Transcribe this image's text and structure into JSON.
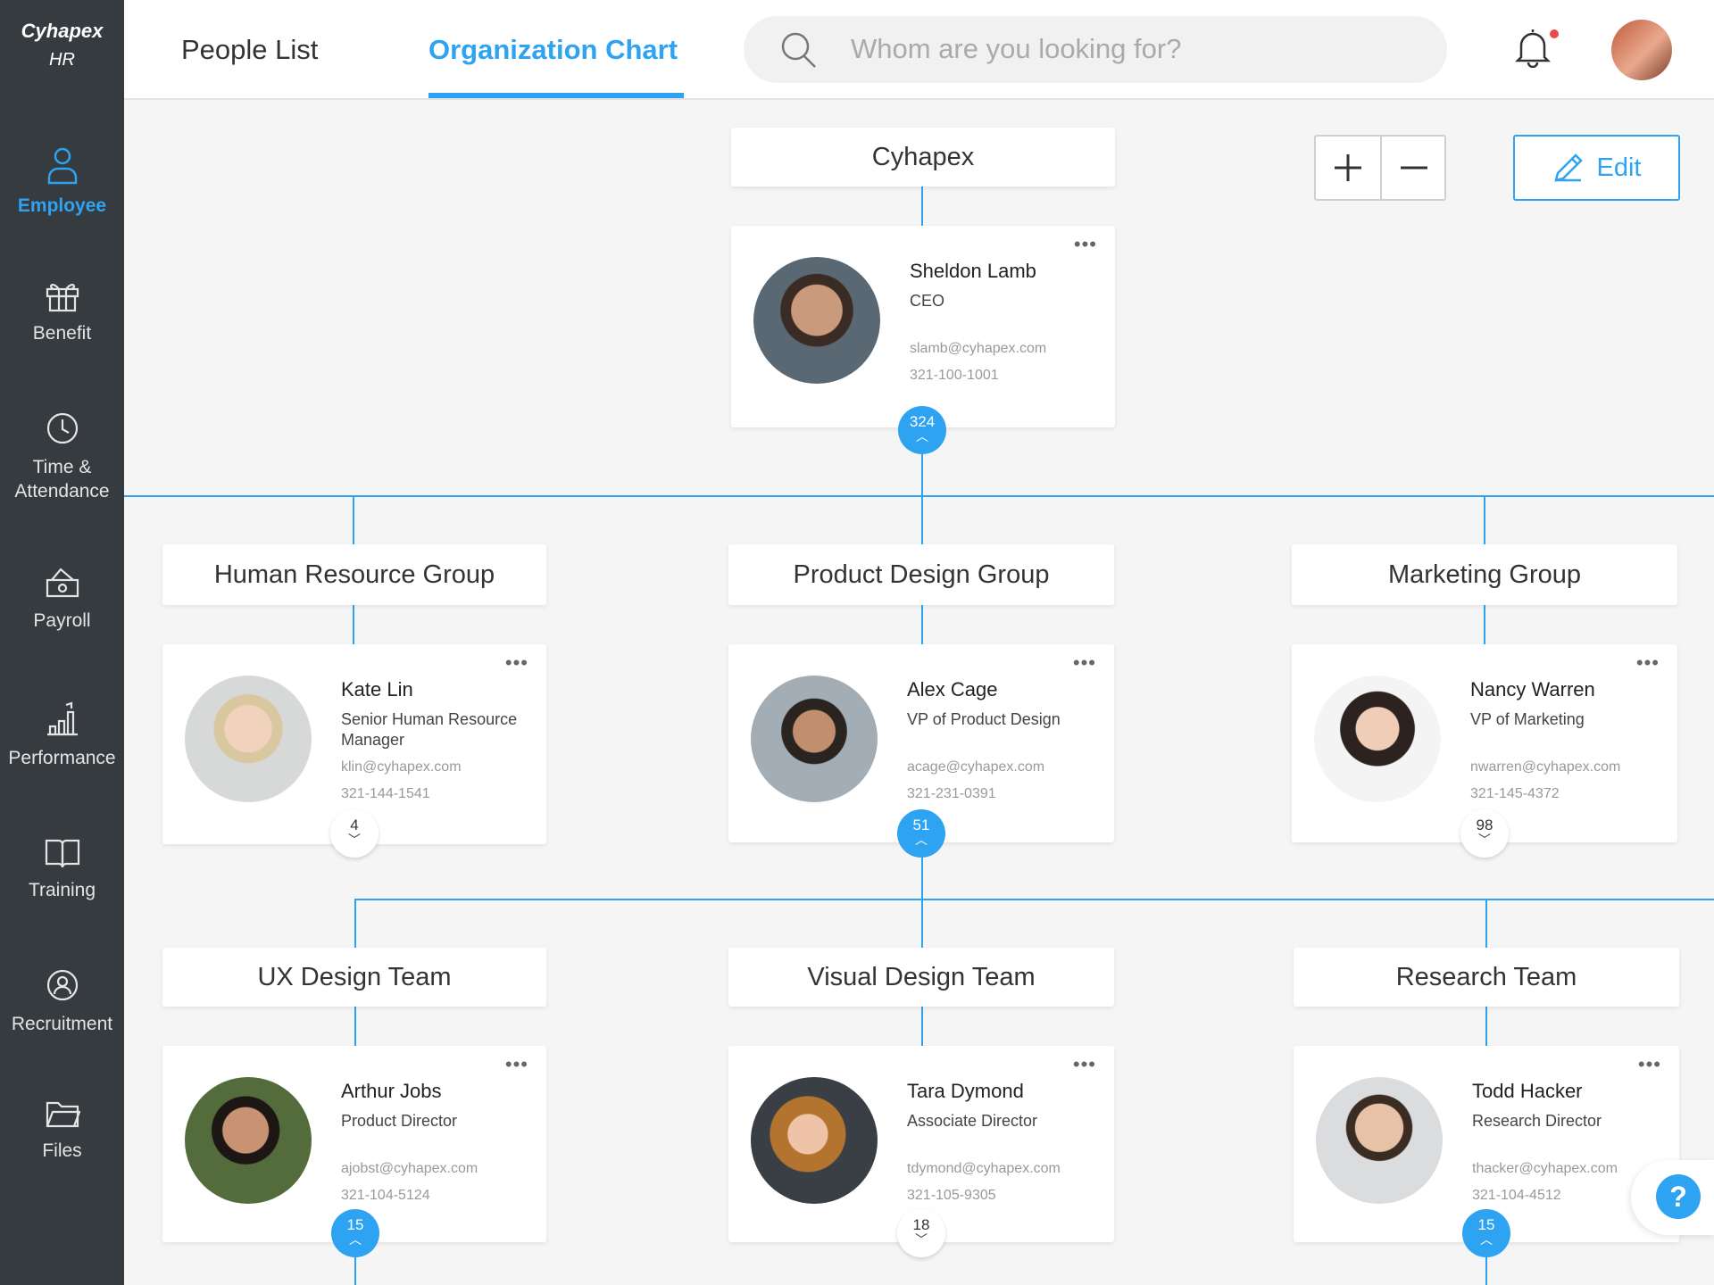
{
  "brand": {
    "line1": "Cyhapex",
    "line2": "HR"
  },
  "sidebar": {
    "items": [
      {
        "label": "Employee",
        "icon": "user-icon",
        "active": true
      },
      {
        "label": "Benefit",
        "icon": "gift-icon"
      },
      {
        "label": "Time & Attendance",
        "icon": "clock-icon"
      },
      {
        "label": "Payroll",
        "icon": "money-icon"
      },
      {
        "label": "Performance",
        "icon": "bar-chart-icon"
      },
      {
        "label": "Training",
        "icon": "book-icon"
      },
      {
        "label": "Recruitment",
        "icon": "recruit-icon"
      },
      {
        "label": "Files",
        "icon": "folder-icon"
      }
    ]
  },
  "header": {
    "tabs": [
      {
        "label": "People List"
      },
      {
        "label": "Organization Chart",
        "active": true
      }
    ],
    "search_placeholder": "Whom are you looking for?"
  },
  "toolbar": {
    "zoom_in": "+",
    "zoom_out": "−",
    "edit_label": "Edit"
  },
  "org": {
    "root": {
      "title": "Cyhapex",
      "person": {
        "name": "Sheldon Lamb",
        "role": "CEO",
        "email": "slamb@cyhapex.com",
        "phone": "321-100-1001",
        "count": "324"
      }
    },
    "groups": [
      {
        "title": "Human Resource Group",
        "person": {
          "name": "Kate Lin",
          "role": "Senior Human Resource Manager",
          "email": "klin@cyhapex.com",
          "phone": "321-144-1541",
          "count": "4"
        }
      },
      {
        "title": "Product Design Group",
        "person": {
          "name": "Alex Cage",
          "role": "VP of Product Design",
          "email": "acage@cyhapex.com",
          "phone": "321-231-0391",
          "count": "51"
        }
      },
      {
        "title": "Marketing Group",
        "person": {
          "name": "Nancy Warren",
          "role": "VP of Marketing",
          "email": "nwarren@cyhapex.com",
          "phone": "321-145-4372",
          "count": "98"
        }
      }
    ],
    "teams": [
      {
        "title": "UX Design Team",
        "person": {
          "name": "Arthur Jobs",
          "role": "Product Director",
          "email": "ajobst@cyhapex.com",
          "phone": "321-104-5124",
          "count": "15"
        }
      },
      {
        "title": "Visual Design Team",
        "person": {
          "name": "Tara Dymond",
          "role": "Associate Director",
          "email": "tdymond@cyhapex.com",
          "phone": "321-105-9305",
          "count": "18"
        }
      },
      {
        "title": "Research Team",
        "person": {
          "name": "Todd Hacker",
          "role": "Research Director",
          "email": "thacker@cyhapex.com",
          "phone": "321-104-4512",
          "count": "15"
        }
      }
    ]
  },
  "help": {
    "label": "?"
  },
  "colors": {
    "accent": "#2ea3f2",
    "sidebar": "#363b40",
    "notification": "#e94b4b"
  }
}
